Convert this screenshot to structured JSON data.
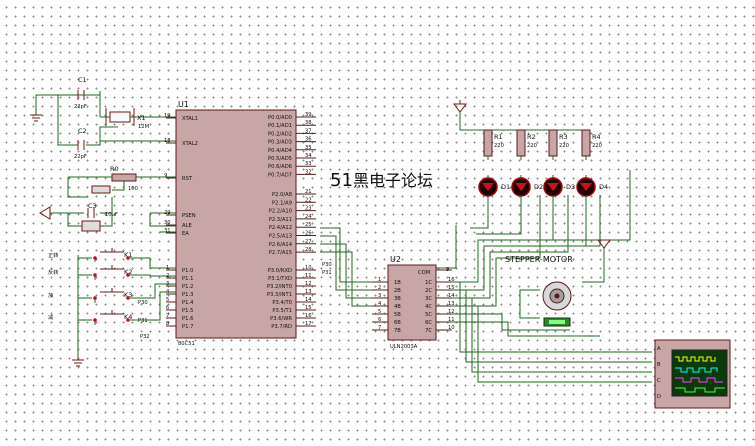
{
  "watermark": {
    "num": "51",
    "text": "黑电子论坛"
  },
  "u1": {
    "ref": "U1",
    "part": "80C51",
    "left_pins": [
      {
        "name": "XTAL1",
        "num": "19"
      },
      {
        "name": "XTAL2",
        "num": "18"
      },
      {
        "name": "RST",
        "num": "9"
      },
      {
        "name": "PSEN",
        "num": "29"
      },
      {
        "name": "ALE",
        "num": "30"
      },
      {
        "name": "EA",
        "num": "31"
      }
    ],
    "p1_pins": [
      {
        "name": "P1.0",
        "num": "1"
      },
      {
        "name": "P1.1",
        "num": "2"
      },
      {
        "name": "P1.2",
        "num": "3"
      },
      {
        "name": "P1.3",
        "num": "4"
      },
      {
        "name": "P1.4",
        "num": "5"
      },
      {
        "name": "P1.5",
        "num": "6"
      },
      {
        "name": "P1.6",
        "num": "7"
      },
      {
        "name": "P1.7",
        "num": "8"
      }
    ],
    "p0_pins": [
      {
        "name": "P0.0/AD0",
        "num": "39"
      },
      {
        "name": "P0.1/AD1",
        "num": "38"
      },
      {
        "name": "P0.2/AD2",
        "num": "37"
      },
      {
        "name": "P0.3/AD3",
        "num": "36"
      },
      {
        "name": "P0.4/AD4",
        "num": "35"
      },
      {
        "name": "P0.5/AD5",
        "num": "34"
      },
      {
        "name": "P0.6/AD6",
        "num": "33"
      },
      {
        "name": "P0.7/AD7",
        "num": "32"
      }
    ],
    "p2_pins": [
      {
        "name": "P2.0/A8",
        "num": "21"
      },
      {
        "name": "P2.1/A9",
        "num": "22"
      },
      {
        "name": "P2.2/A10",
        "num": "23"
      },
      {
        "name": "P2.3/A11",
        "num": "24"
      },
      {
        "name": "P2.4/A12",
        "num": "25"
      },
      {
        "name": "P2.5/A13",
        "num": "26"
      },
      {
        "name": "P2.6/A14",
        "num": "27"
      },
      {
        "name": "P2.7/A15",
        "num": "28"
      }
    ],
    "p3_pins": [
      {
        "name": "P3.0/RXD",
        "num": "10"
      },
      {
        "name": "P3.1/TXD",
        "num": "11"
      },
      {
        "name": "P3.2/INT0",
        "num": "12"
      },
      {
        "name": "P3.3/INT1",
        "num": "13"
      },
      {
        "name": "P3.4/T0",
        "num": "14"
      },
      {
        "name": "P3.5/T1",
        "num": "15"
      },
      {
        "name": "P3.6/WR",
        "num": "16"
      },
      {
        "name": "P3.7/RD",
        "num": "17"
      }
    ],
    "p3_net_labels": [
      "P30",
      "P31"
    ]
  },
  "u2": {
    "ref": "U2",
    "part": "ULN2003A",
    "com": "COM",
    "com_num": "9",
    "inputs": [
      {
        "name": "1B",
        "num": "1"
      },
      {
        "name": "2B",
        "num": "2"
      },
      {
        "name": "3B",
        "num": "3"
      },
      {
        "name": "4B",
        "num": "4"
      },
      {
        "name": "5B",
        "num": "5"
      },
      {
        "name": "6B",
        "num": "6"
      },
      {
        "name": "7B",
        "num": "7"
      }
    ],
    "outputs": [
      {
        "name": "1C",
        "num": "16"
      },
      {
        "name": "2C",
        "num": "15"
      },
      {
        "name": "3C",
        "num": "14"
      },
      {
        "name": "4C",
        "num": "13"
      },
      {
        "name": "5C",
        "num": "12"
      },
      {
        "name": "6C",
        "num": "11"
      },
      {
        "name": "7C",
        "num": "10"
      }
    ]
  },
  "crystal": {
    "c1": "C1",
    "c1_val": "22pF",
    "c2": "C2",
    "c2_val": "22pF",
    "x1": "X1",
    "x1_val": "12M"
  },
  "reset": {
    "r0": "R0",
    "r0_val": "100",
    "c3": "C3",
    "c3_val": "10uF"
  },
  "keys": [
    {
      "ref": "K1",
      "label": "正转"
    },
    {
      "ref": "K2",
      "label": "反转"
    },
    {
      "ref": "K3",
      "label": "加"
    },
    {
      "ref": "K4",
      "label": "减"
    }
  ],
  "key_nets": [
    "P30",
    "P31",
    "P32"
  ],
  "resistors": [
    {
      "ref": "R1",
      "val": "220"
    },
    {
      "ref": "R2",
      "val": "220"
    },
    {
      "ref": "R3",
      "val": "220"
    },
    {
      "ref": "R4",
      "val": "220"
    }
  ],
  "leds": [
    "D1",
    "D2",
    "D3",
    "D4"
  ],
  "motor": {
    "label": "STEPPER-MOTOR"
  },
  "scope": {
    "channels": [
      "A",
      "B",
      "C",
      "D"
    ]
  }
}
